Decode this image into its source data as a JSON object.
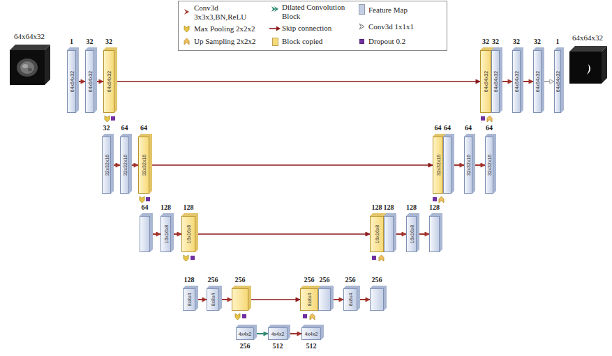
{
  "diagram": {
    "nodes": [
      {
        "text": [
          "1",
          "64x64x32"
        ]
      },
      {
        "text": [
          "32",
          "64x64x32"
        ]
      },
      {
        "text": [
          "32",
          "64x64x32"
        ]
      },
      {
        "text": [
          "32",
          "32x32x16"
        ]
      },
      {
        "text": [
          "64",
          "32x32x16"
        ]
      },
      {
        "text": [
          "64",
          "32x32x16"
        ]
      },
      {
        "text": [
          "64"
        ]
      },
      {
        "text": [
          "128",
          "16x16x8"
        ]
      },
      {
        "text": [
          "128",
          "16x16x8"
        ]
      },
      {
        "text": [
          "128",
          "8x8x4"
        ]
      },
      {
        "text": [
          "256",
          "8x8x4"
        ]
      },
      {
        "text": [
          "256"
        ]
      },
      {
        "text": [
          "256",
          "4x4x2"
        ]
      },
      {
        "text": [
          "512",
          "4x4x2"
        ]
      },
      {
        "text": [
          "512",
          "4x4x2"
        ]
      },
      {
        "text": [
          "256",
          "8x8x4"
        ]
      },
      {
        "text": [
          "256"
        ]
      },
      {
        "text": [
          "256",
          "8x8x4"
        ]
      },
      {
        "text": [
          "256"
        ]
      },
      {
        "text": [
          "128",
          "16x16x8"
        ]
      },
      {
        "text": [
          "128"
        ]
      },
      {
        "text": [
          "128",
          "16x16x8"
        ]
      },
      {
        "text": [
          "128"
        ]
      },
      {
        "text": [
          "64",
          "32x32x16"
        ]
      },
      {
        "text": [
          "64"
        ]
      },
      {
        "text": [
          "64",
          "32x32x16"
        ]
      },
      {
        "text": [
          "64",
          "32x32x16"
        ]
      },
      {
        "text": [
          "32",
          "64x64x32"
        ]
      },
      {
        "text": [
          "32",
          "64x64x32"
        ]
      },
      {
        "text": [
          "32",
          "64x64x32"
        ]
      },
      {
        "text": [
          "32",
          "64x64x32"
        ]
      },
      {
        "text": [
          "1",
          "64x64x32"
        ]
      }
    ],
    "edges": [
      {
        "from": 0,
        "to": 1,
        "arrow": "to"
      },
      {
        "from": 1,
        "to": 2,
        "arrow": "to"
      },
      {
        "from": 3,
        "to": 4,
        "arrow": "to"
      },
      {
        "from": 4,
        "to": 5,
        "arrow": "to"
      },
      {
        "from": 6,
        "to": 7,
        "arrow": "to"
      },
      {
        "from": 7,
        "to": 8,
        "arrow": "to"
      },
      {
        "from": 9,
        "to": 10,
        "arrow": "to"
      },
      {
        "from": 10,
        "to": 11,
        "arrow": "to"
      },
      {
        "from": 12,
        "to": 13,
        "arrow": "to"
      },
      {
        "from": 13,
        "to": 14,
        "arrow": "to"
      },
      {
        "from": 16,
        "to": 17,
        "arrow": "to"
      },
      {
        "from": 17,
        "to": 18,
        "arrow": "to"
      },
      {
        "from": 20,
        "to": 21,
        "arrow": "to"
      },
      {
        "from": 21,
        "to": 22,
        "arrow": "to"
      },
      {
        "from": 24,
        "to": 25,
        "arrow": "to"
      },
      {
        "from": 25,
        "to": 26,
        "arrow": "to"
      },
      {
        "from": 28,
        "to": 29,
        "arrow": "to"
      },
      {
        "from": 29,
        "to": 30,
        "arrow": "to"
      },
      {
        "from": 30,
        "to": 31,
        "arrow": "to"
      },
      {
        "from": 2,
        "to": 27,
        "arrow": "to"
      },
      {
        "from": 5,
        "to": 23,
        "arrow": "to"
      },
      {
        "from": 8,
        "to": 19,
        "arrow": "to"
      },
      {
        "from": 11,
        "to": 15,
        "arrow": "to"
      }
    ],
    "labels": [
      "64x64x32",
      "64x64x32"
    ],
    "legend": [
      {
        "text": "Conv3d 3x3x3,BN,ReLU"
      },
      {
        "text": "Max Pooling 2x2x2"
      },
      {
        "text": "Up Sampling 2x2x2"
      },
      {
        "text": "Dilated Convolution Block"
      },
      {
        "text": "Skip connection"
      },
      {
        "text": "Block copied",
        "color": "#f6d978"
      },
      {
        "text": "Feature Map",
        "color": "#c4cfe6"
      },
      {
        "text": "Conv3d 1x1x1"
      },
      {
        "text": "Dropout 0.2",
        "color": "#7030a0"
      }
    ]
  }
}
